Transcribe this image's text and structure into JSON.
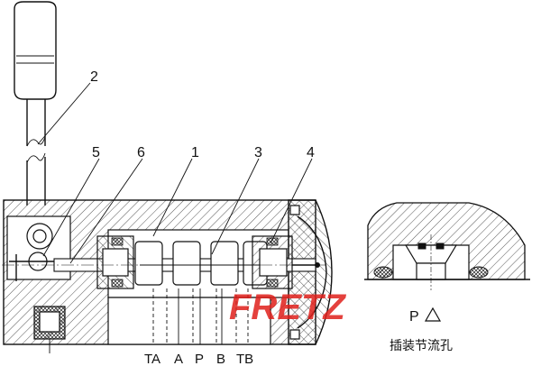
{
  "callouts": [
    "1",
    "2",
    "3",
    "4",
    "5",
    "6"
  ],
  "ports": [
    "TA",
    "A",
    "P",
    "B",
    "TB"
  ],
  "detail": {
    "port_label": "P",
    "caption": "插装节流孔"
  },
  "watermark": "FRETZ",
  "colors": {
    "line": "#111111",
    "hatch": "#444444",
    "watermark": "#e0201c"
  }
}
